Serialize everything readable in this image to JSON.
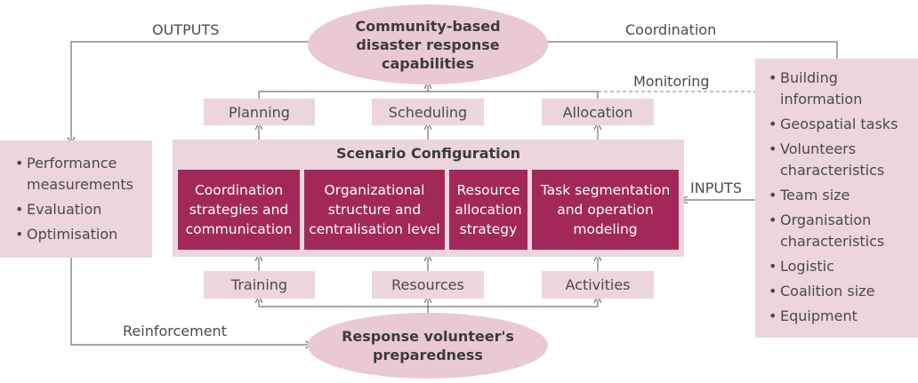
{
  "top_node": {
    "lines": [
      "Community-based",
      "disaster response",
      "capabilities"
    ]
  },
  "bottom_node": {
    "lines": [
      "Response volunteer's",
      "preparedness"
    ]
  },
  "edge_labels": {
    "outputs": "OUTPUTS",
    "coordination": "Coordination",
    "monitoring": "Monitoring",
    "inputs": "INPUTS",
    "reinforcement": "Reinforcement"
  },
  "top_boxes": [
    "Planning",
    "Scheduling",
    "Allocation"
  ],
  "bottom_boxes": [
    "Training",
    "Resources",
    "Activities"
  ],
  "scenario": {
    "title": "Scenario Configuration",
    "components": [
      {
        "lines": [
          "Coordination",
          "strategies and",
          "communication"
        ]
      },
      {
        "lines": [
          "Organizational",
          "structure and",
          "centralisation level"
        ]
      },
      {
        "lines": [
          "Resource",
          "allocation",
          "strategy"
        ]
      },
      {
        "lines": [
          "Task segmentation",
          "and operation",
          "modeling"
        ]
      }
    ]
  },
  "left_panel": {
    "items": [
      {
        "lines": [
          "Performance",
          "measurements"
        ]
      },
      {
        "lines": [
          "Evaluation"
        ]
      },
      {
        "lines": [
          "Optimisation"
        ]
      }
    ]
  },
  "right_panel": {
    "items": [
      {
        "lines": [
          "Building",
          "information"
        ]
      },
      {
        "lines": [
          "Geospatial tasks"
        ]
      },
      {
        "lines": [
          "Volunteers",
          "characteristics"
        ]
      },
      {
        "lines": [
          "Team size"
        ]
      },
      {
        "lines": [
          "Organisation",
          "characteristics"
        ]
      },
      {
        "lines": [
          "Logistic"
        ]
      },
      {
        "lines": [
          "Coalition size"
        ]
      },
      {
        "lines": [
          "Equipment"
        ]
      }
    ]
  },
  "colors": {
    "accent": "#a3285a",
    "light_pink": "#ecd5dc",
    "ellipse_pink": "#e9c9d3",
    "line": "#707070"
  }
}
